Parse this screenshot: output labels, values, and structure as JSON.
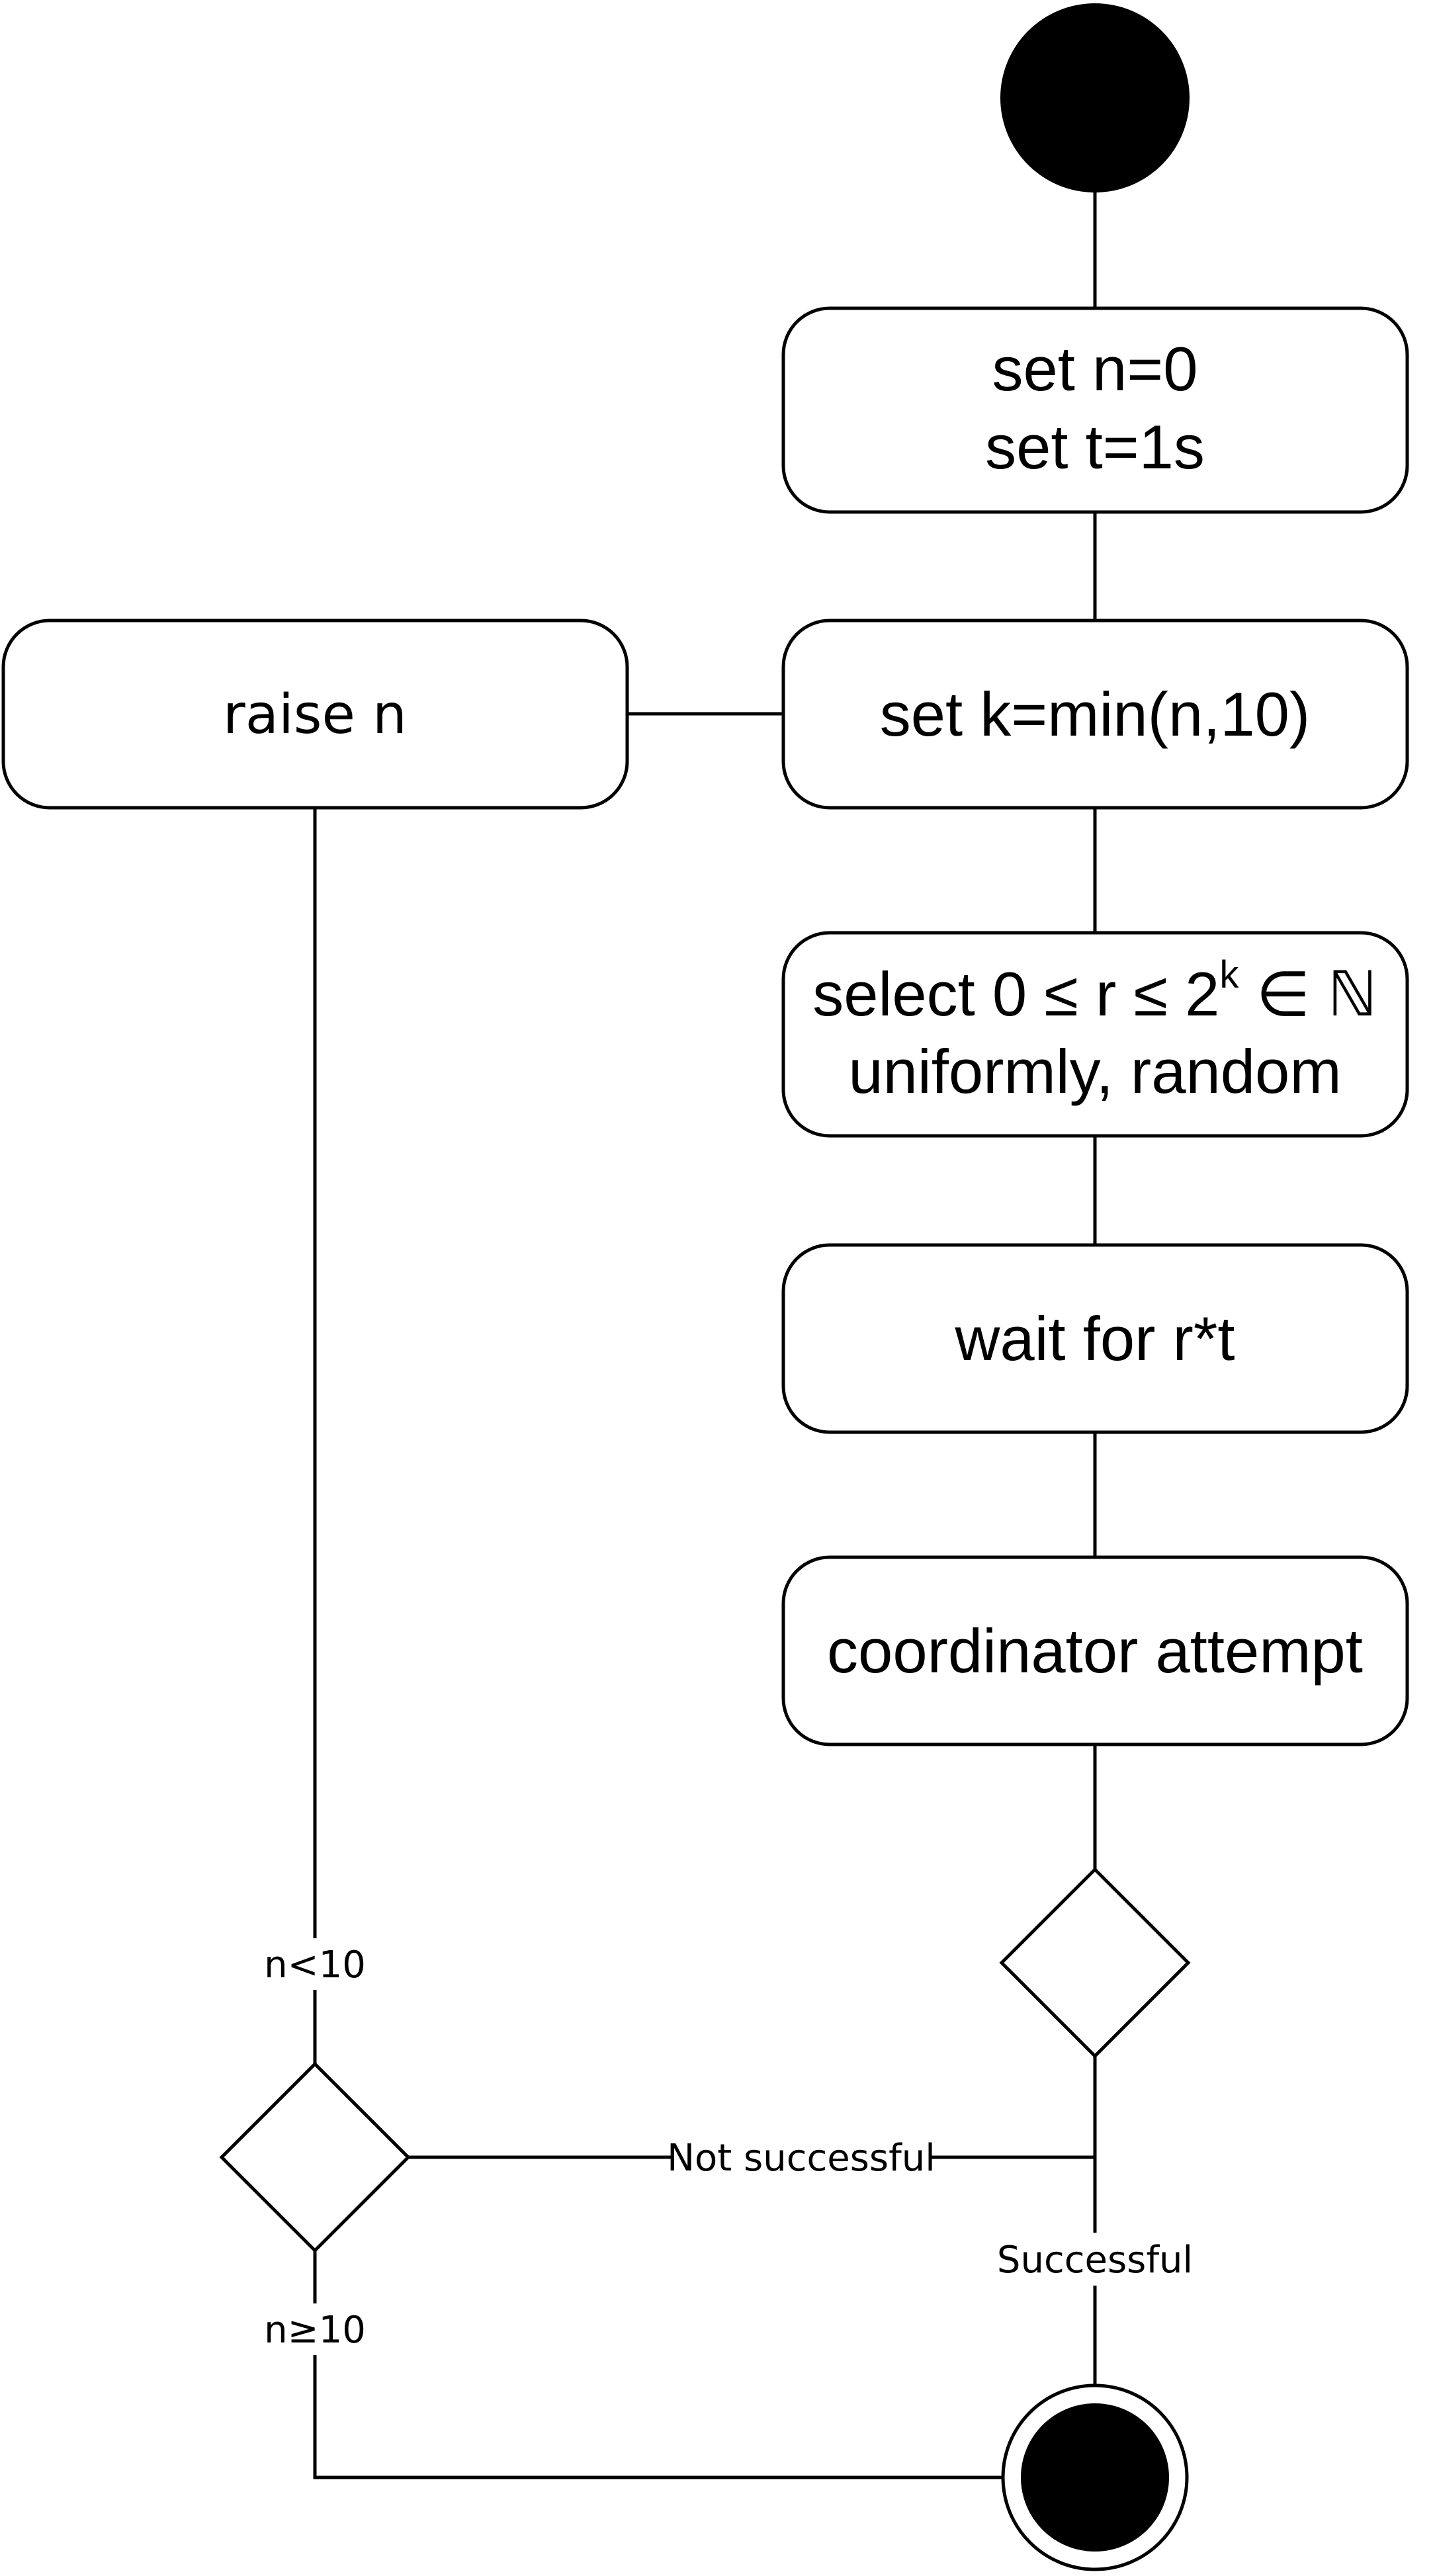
{
  "nodes": {
    "set_init": {
      "lines": [
        "set n=0",
        "set t=1s"
      ]
    },
    "set_k": {
      "label": "set k=min(n,10)"
    },
    "raise_n": {
      "label": "raise n"
    },
    "select_r": {
      "line1_prefix": "select 0 ≤ r ≤ 2",
      "line1_sup": "k",
      "line1_suffix": " ∈ ℕ",
      "line2": "uniformly, random"
    },
    "wait": {
      "label": "wait for r*t"
    },
    "attempt": {
      "label": "coordinator attempt"
    }
  },
  "edge_labels": {
    "not_successful": "Not successful",
    "successful": "Successful",
    "n_lt_10": "n<10",
    "n_ge_10": "n≥10"
  }
}
